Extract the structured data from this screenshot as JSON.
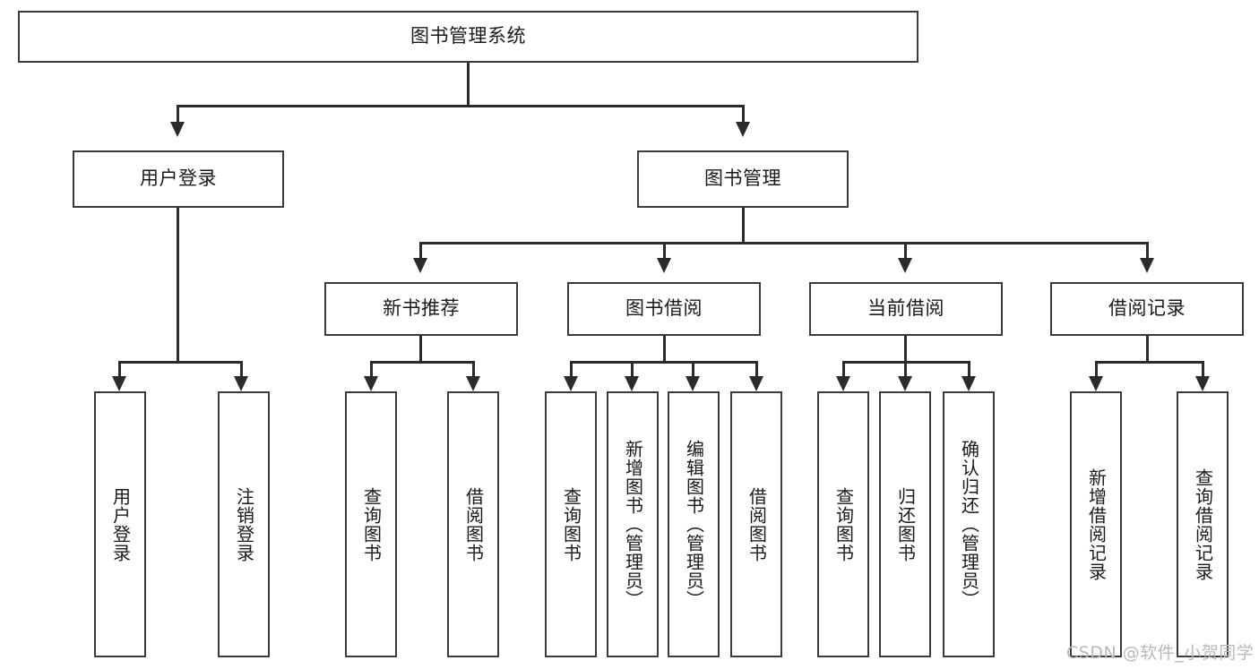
{
  "diagram": {
    "title": "图书管理系统",
    "type": "hierarchy-tree",
    "root": {
      "label": "图书管理系统"
    },
    "level2": [
      {
        "label": "用户登录"
      },
      {
        "label": "图书管理"
      }
    ],
    "level3": [
      {
        "label": "新书推荐"
      },
      {
        "label": "图书借阅"
      },
      {
        "label": "当前借阅"
      },
      {
        "label": "借阅记录"
      }
    ],
    "leaves": {
      "user_login": [
        {
          "label": "用户登录"
        },
        {
          "label": "注销登录"
        }
      ],
      "new_book_recommend": [
        {
          "label": "查询图书"
        },
        {
          "label": "借阅图书"
        }
      ],
      "book_borrow": [
        {
          "label": "查询图书"
        },
        {
          "label": "新增图书（管理员）"
        },
        {
          "label": "编辑图书（管理员）"
        },
        {
          "label": "借阅图书"
        }
      ],
      "current_borrow": [
        {
          "label": "查询图书"
        },
        {
          "label": "归还图书"
        },
        {
          "label": "确认归还（管理员）"
        }
      ],
      "borrow_record": [
        {
          "label": "新增借阅记录"
        },
        {
          "label": "查询借阅记录"
        }
      ]
    }
  },
  "watermark": {
    "text": "CSDN @软件_小贺同学"
  },
  "colors": {
    "box_border": "#3b3b3b",
    "edge": "#2b2b2b",
    "background": "#ffffff",
    "text": "#1a1a1a",
    "watermark": "#b9b9b9"
  }
}
